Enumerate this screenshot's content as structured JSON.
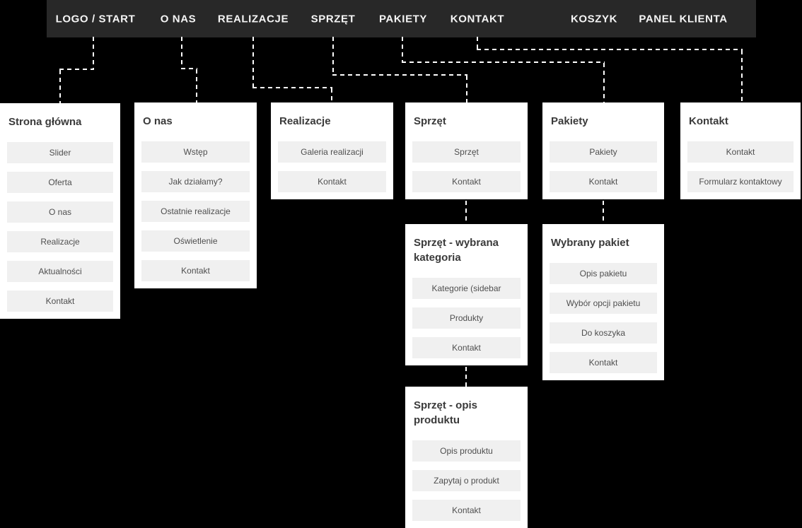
{
  "navbar": {
    "items": [
      {
        "label": "LOGO / START"
      },
      {
        "label": "O NAS"
      },
      {
        "label": "REALIZACJE"
      },
      {
        "label": "SPRZĘT"
      },
      {
        "label": "PAKIETY"
      },
      {
        "label": "KONTAKT"
      },
      {
        "label": "KOSZYK"
      },
      {
        "label": "PANEL KLIENTA"
      }
    ]
  },
  "cards": [
    {
      "title": "Strona główna",
      "items": [
        "Slider",
        "Oferta",
        "O nas",
        "Realizacje",
        "Aktualności",
        "Kontakt"
      ]
    },
    {
      "title": "O nas",
      "items": [
        "Wstęp",
        "Jak działamy?",
        "Ostatnie realizacje",
        "Oświetlenie",
        "Kontakt"
      ]
    },
    {
      "title": "Realizacje",
      "items": [
        "Galeria realizacji",
        "Kontakt"
      ]
    },
    {
      "title": "Sprzęt",
      "items": [
        "Sprzęt",
        "Kontakt"
      ]
    },
    {
      "title": "Pakiety",
      "items": [
        "Pakiety",
        "Kontakt"
      ]
    },
    {
      "title": "Kontakt",
      "items": [
        "Kontakt",
        "Formularz kontaktowy"
      ]
    },
    {
      "title": "Sprzęt - wybrana kategoria",
      "items": [
        "Kategorie (sidebar",
        "Produkty",
        "Kontakt"
      ]
    },
    {
      "title": "Wybrany pakiet",
      "items": [
        "Opis pakietu",
        "Wybór opcji pakietu",
        "Do koszyka",
        "Kontakt"
      ]
    },
    {
      "title": "Sprzęt - opis produktu",
      "items": [
        "Opis produktu",
        "Zapytaj o produkt",
        "Kontakt"
      ]
    }
  ],
  "colors": {
    "page_background": "#000000",
    "navbar_background": "#282828",
    "navbar_text": "#f5f5f5",
    "card_background": "#ffffff",
    "card_title_text": "#3a3a3a",
    "button_background": "#f0f0f0",
    "button_text": "#4f4f4f",
    "connector": "#ffffff"
  }
}
